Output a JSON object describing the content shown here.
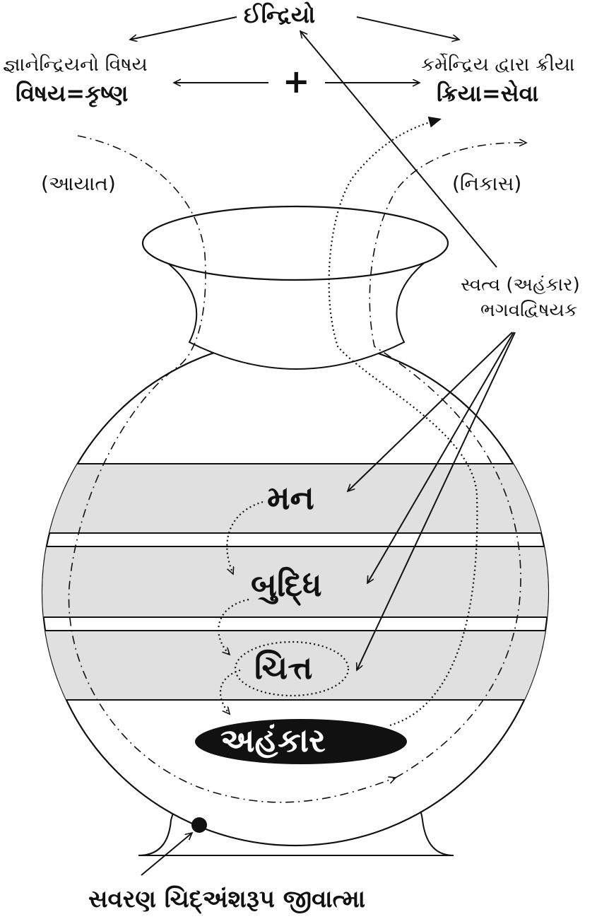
{
  "labels": {
    "indriyo": "ઈન્દ્રિયો",
    "jnana_line1": "જ્ઞાનેન્દ્રિયનો વિષય",
    "jnana_line2": "વિષય=કૃષ્ણ",
    "plus": "+",
    "karma_line1": "કર્મેન્દ્રિય દ્વારા ક્રીયા",
    "karma_line2": "ક્રિયા=સેવા",
    "ayat": "(આયાત)",
    "nikas": "(નિકાસ)",
    "svatva_line1": "સ્વત્વ (અહંકાર)",
    "svatva_line2": "ભગવદ્વિષયક",
    "man": "મન",
    "buddhi": "બુદ્ધિ",
    "chitt": "ચિત્ત",
    "ahankar": "અહંકાર",
    "jivatma": "સવરણ ચિદ્અંશરૂપ જીવાત્મા"
  },
  "colors": {
    "ink": "#111111",
    "band": "#e0e0e0",
    "pill": "#111111",
    "pill_text": "#ffffff"
  }
}
